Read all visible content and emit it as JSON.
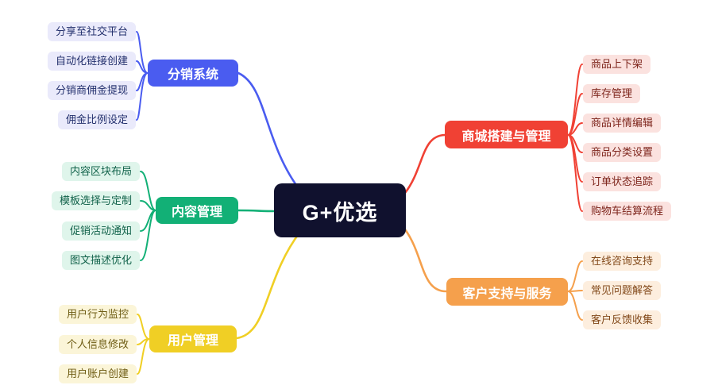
{
  "mindmap": {
    "center": {
      "label": "G+优选",
      "color": "#10112e"
    },
    "branches": [
      {
        "label": "分销系统",
        "color": "#4a5cf0",
        "children": [
          "分享至社交平台",
          "自动化链接创建",
          "分销商佣金提现",
          "佣金比例设定"
        ]
      },
      {
        "label": "内容管理",
        "color": "#12b076",
        "children": [
          "内容区块布局",
          "模板选择与定制",
          "促销活动通知",
          "图文描述优化"
        ]
      },
      {
        "label": "用户管理",
        "color": "#f0cf25",
        "children": [
          "用户行为监控",
          "个人信息修改",
          "用户账户创建"
        ]
      },
      {
        "label": "商城搭建与管理",
        "color": "#f04134",
        "children": [
          "商品上下架",
          "库存管理",
          "商品详情编辑",
          "商品分类设置",
          "订单状态追踪",
          "购物车结算流程"
        ]
      },
      {
        "label": "客户支持与服务",
        "color": "#f5a04c",
        "children": [
          "在线咨询支持",
          "常见问题解答",
          "客户反馈收集"
        ]
      }
    ]
  }
}
